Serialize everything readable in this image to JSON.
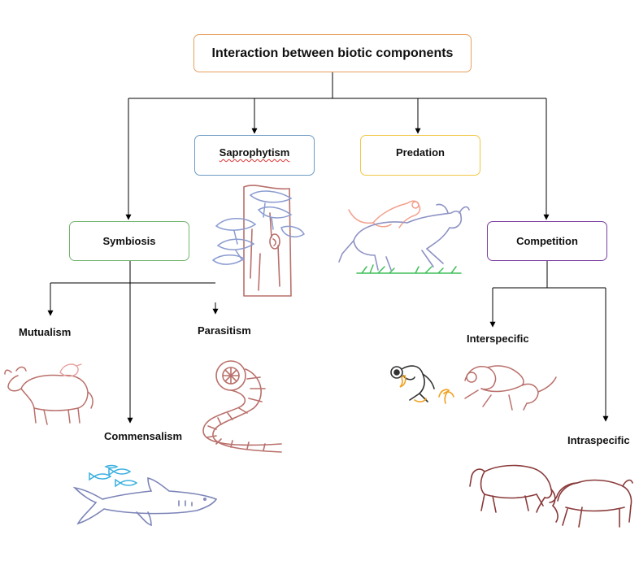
{
  "diagram": {
    "root": {
      "label": "Interaction between biotic components"
    },
    "categories": {
      "saprophytism": {
        "label": "Saprophytism"
      },
      "predation": {
        "label": "Predation"
      },
      "symbiosis": {
        "label": "Symbiosis"
      },
      "competition": {
        "label": "Competition"
      }
    },
    "leaves": {
      "mutualism": "Mutualism",
      "parasitism": "Parasitism",
      "commensalism": "Commensalism",
      "interspecific": "Interspecific",
      "intraspecific": "Intraspecific"
    },
    "colors": {
      "root_border": "#e8a060",
      "saprophytism_border": "#6d9bc3",
      "predation_border": "#f2c744",
      "symbiosis_border": "#72b46e",
      "competition_border": "#7b3fa0",
      "connector": "#000000"
    },
    "illustrations": [
      "tree-stump-with-mushrooms-icon",
      "lion-attacking-buffalo-icon",
      "ox-with-bird-icon",
      "worm-icon",
      "shark-with-remora-fish-icon",
      "monkey-and-baboon-with-bananas-icon",
      "two-bulls-fighting-icon"
    ]
  }
}
